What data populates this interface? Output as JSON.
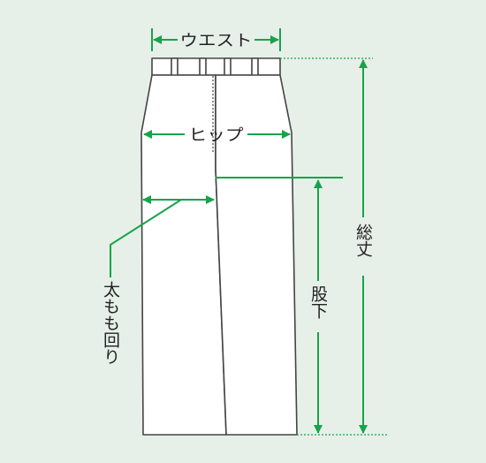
{
  "labels": {
    "waist": "ウエスト",
    "hip": "ヒップ",
    "thigh": "太もも回り",
    "total_length": "総丈",
    "inseam": "股下"
  },
  "colors": {
    "background": "#e6f0e8",
    "accent": "#17a34a",
    "garment_fill": "#ffffff",
    "garment_stroke": "#444444"
  }
}
